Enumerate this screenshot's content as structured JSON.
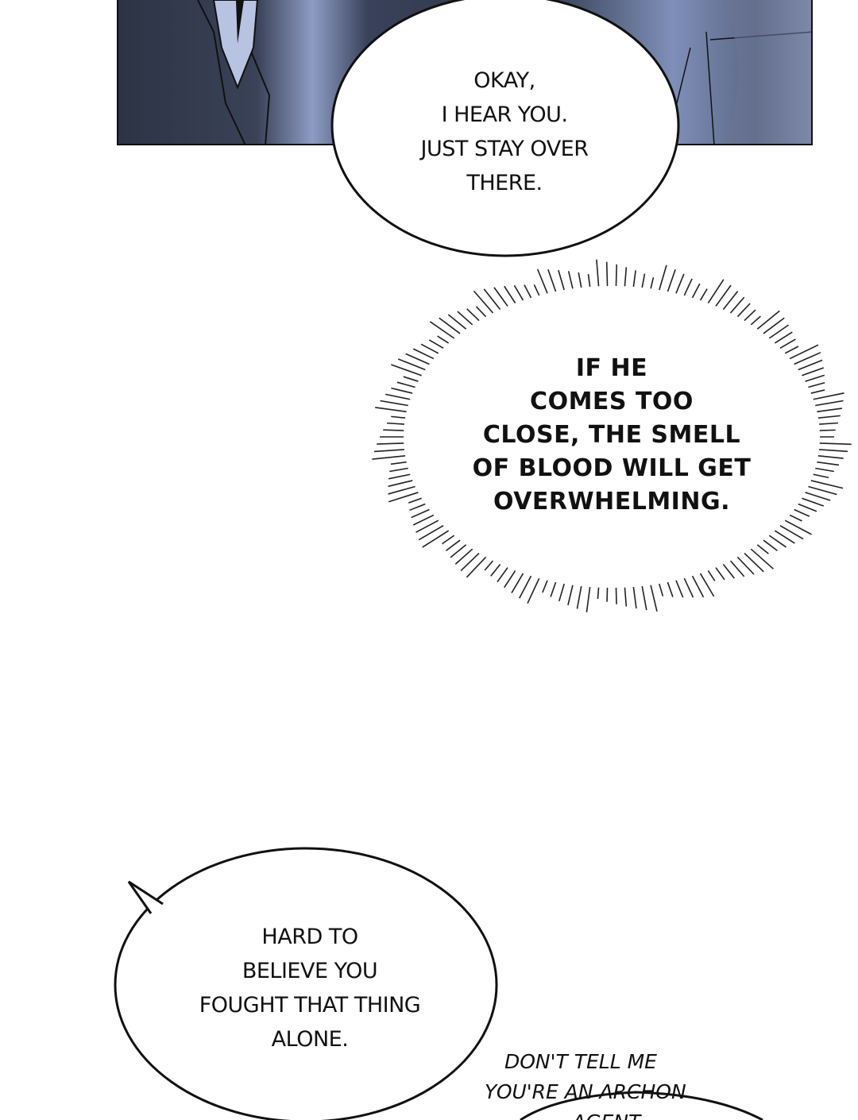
{
  "bubbles": [
    {
      "lines": [
        "OKAY,",
        "I HEAR YOU.",
        "JUST STAY OVER",
        "THERE."
      ]
    },
    {
      "lines": [
        "IF HE",
        "COMES TOO",
        "CLOSE, THE SMELL",
        "OF BLOOD WILL GET",
        "OVERWHELMING."
      ]
    },
    {
      "lines": [
        "HARD TO",
        "BELIEVE YOU",
        "FOUGHT THAT THING",
        "ALONE."
      ]
    },
    {
      "lines": [
        "DON'T TELL ME",
        "YOU'RE AN ARCHON",
        "AGENT"
      ]
    }
  ],
  "colors": {
    "panel_dark": "#2e3548",
    "panel_light": "#8e9cc4",
    "ink": "#111111"
  }
}
